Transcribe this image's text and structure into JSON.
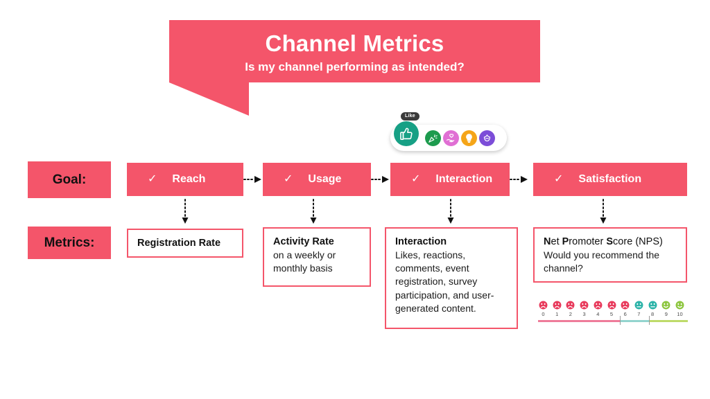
{
  "title": {
    "main": "Channel Metrics",
    "subtitle": "Is my channel performing as intended?"
  },
  "reactions": {
    "tooltip": "Like",
    "items": [
      {
        "name": "like-icon",
        "color": "#17A085"
      },
      {
        "name": "celebrate-icon",
        "color": "#1D9B4E"
      },
      {
        "name": "support-icon",
        "color": "#E06FD4"
      },
      {
        "name": "insightful-icon",
        "color": "#F5A518"
      },
      {
        "name": "funny-icon",
        "color": "#7C4DD8"
      }
    ]
  },
  "rows": {
    "goal_label": "Goal:",
    "metrics_label": "Metrics:"
  },
  "goals": [
    {
      "check": "✓",
      "label": "Reach"
    },
    {
      "check": "✓",
      "label": "Usage"
    },
    {
      "check": "✓",
      "label": "Interaction"
    },
    {
      "check": "✓",
      "label": "Satisfaction"
    }
  ],
  "metrics": [
    {
      "title": "Registration Rate",
      "desc": ""
    },
    {
      "title": "Activity Rate",
      "desc": "on a weekly or monthly basis"
    },
    {
      "title": "Interaction",
      "desc": "Likes, reactions, comments, event registration, survey participation, and user-generated content."
    },
    {
      "title": "Net Promoter Score (NPS)",
      "desc": "Would you recommend the channel?"
    }
  ],
  "nps_scale": {
    "labels": [
      "0",
      "1",
      "2",
      "3",
      "4",
      "5",
      "6",
      "7",
      "8",
      "9",
      "10"
    ],
    "detractor_color": "#E8395B",
    "passive_color": "#2BB3A8",
    "promoter_color": "#8DC63F",
    "detractor_range": [
      0,
      6
    ],
    "passive_range": [
      7,
      8
    ],
    "promoter_range": [
      9,
      10
    ]
  },
  "colors": {
    "brand_pink": "#F4556A",
    "background": "#FFFFFF",
    "text_dark": "#111111"
  }
}
